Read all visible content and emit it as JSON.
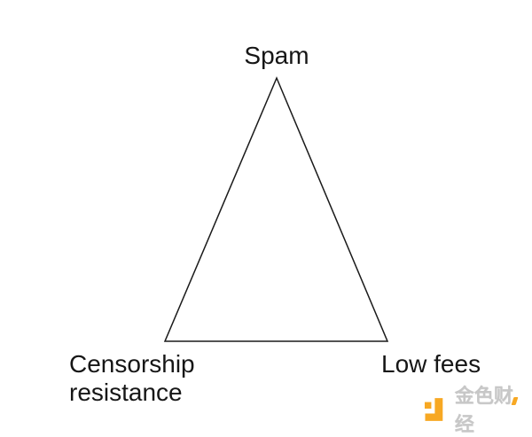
{
  "page": {
    "background_color": "#ffffff"
  },
  "diagram": {
    "type": "triangle-tradeoff",
    "line_color": "#1a1a1a",
    "text_color": "#161616",
    "vertex_labels": {
      "top": "Spam",
      "bottom_left_line1": "Censorship",
      "bottom_left_line2": "resistance",
      "bottom_right": "Low fees"
    }
  },
  "watermark": {
    "brand_text": "金色财经",
    "icon_name": "jinse-finance-logo",
    "icon_color": "#f7a823",
    "text_color": "#c7c7c7"
  }
}
